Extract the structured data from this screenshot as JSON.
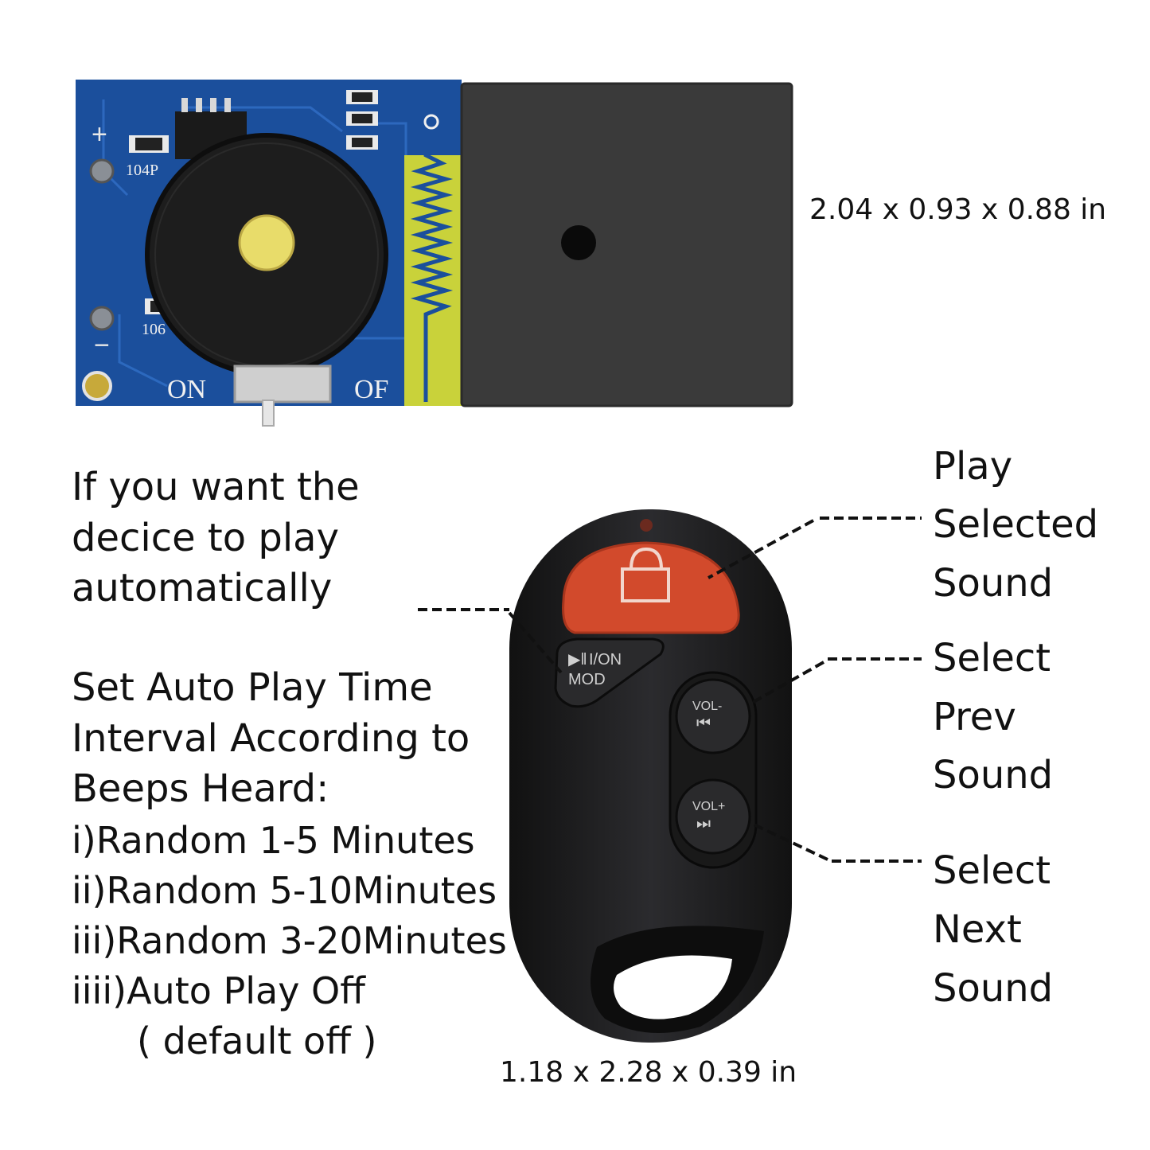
{
  "board": {
    "dimensions": "2.04 x 0.93 x 0.88 in",
    "labels": {
      "on": "ON",
      "off": "OF",
      "cap1": "104P",
      "cap2": "106"
    },
    "colors": {
      "pcb": "#1b4f9c",
      "antenna": "#c9d23a",
      "box": "#3a3a3a"
    }
  },
  "remote": {
    "dimensions": "1.18 x 2.28 x 0.39 in",
    "buttons": {
      "mode_top": "I/ON",
      "mode_bottom": "MOD",
      "prev_label": "VOL-",
      "next_label": "VOL+"
    },
    "colors": {
      "body": "#1f1f21",
      "lock_button": "#d24a2c"
    }
  },
  "intro": {
    "lines": [
      "If you want the",
      "decice to play",
      "automatically"
    ]
  },
  "instructions": {
    "heading": [
      "Set Auto Play Time",
      "Interval According to",
      "Beeps Heard:"
    ],
    "options": [
      "i)Random 1-5 Minutes",
      "ii)Random 5-10Minutes",
      "iii)Random 3-20Minutes",
      "iiii)Auto Play Off"
    ],
    "note": "( default off )"
  },
  "callouts": {
    "play": [
      "Play",
      "Selected",
      "Sound"
    ],
    "prev": [
      "Select",
      "Prev",
      "Sound"
    ],
    "next": [
      "Select",
      "Next",
      "Sound"
    ]
  }
}
